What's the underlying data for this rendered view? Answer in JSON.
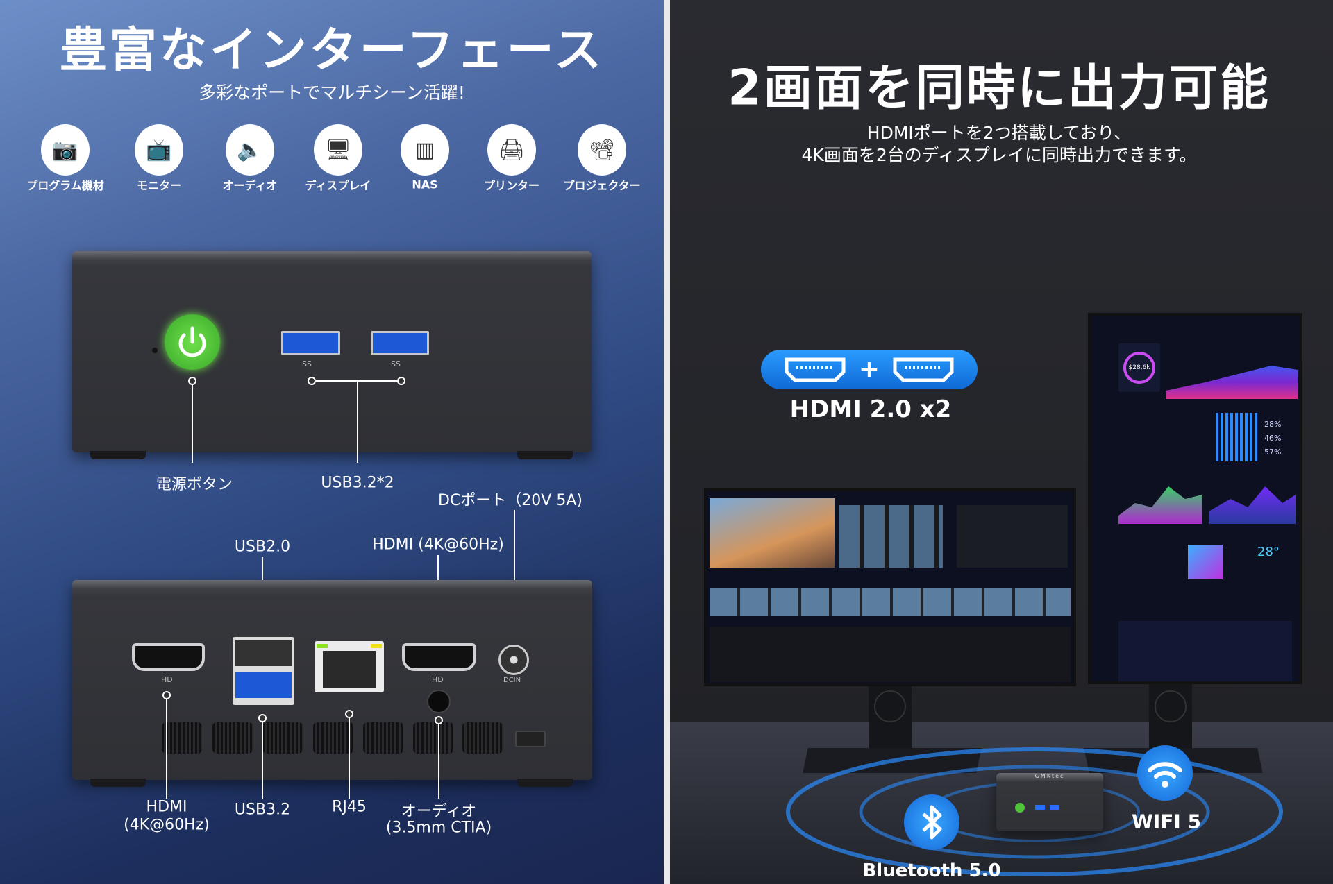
{
  "left": {
    "title": "豊富なインターフェース",
    "subtitle": "多彩なポートでマルチシーン活躍!",
    "devices": [
      {
        "label": "プログラム機材",
        "icon": "security-camera-icon"
      },
      {
        "label": "モニター",
        "icon": "tv-monitor-icon"
      },
      {
        "label": "オーディオ",
        "icon": "speaker-icon"
      },
      {
        "label": "ディスプレイ",
        "icon": "curved-display-icon"
      },
      {
        "label": "NAS",
        "icon": "server-rack-icon"
      },
      {
        "label": "プリンター",
        "icon": "printer-icon"
      },
      {
        "label": "プロジェクター",
        "icon": "projector-icon"
      }
    ],
    "front": {
      "power_label": "電源ボタン",
      "usb_label": "USB3.2*2",
      "usb_marking": "SS"
    },
    "rear": {
      "dc_label": "DCポート（20V 5A)",
      "usb2_label": "USB2.0",
      "hdmi_top_label": "HDMI (4K@60Hz)",
      "hdmi_bottom_label_1": "HDMI",
      "hdmi_bottom_label_2": "(4K@60Hz)",
      "usb32_label": "USB3.2",
      "rj45_label": "RJ45",
      "audio_label_1": "オーディオ",
      "audio_label_2": "(3.5mm CTIA)",
      "hd_marking": "HD",
      "dcin_marking": "DCIN"
    }
  },
  "right": {
    "title": "2画面を同時に出力可能",
    "subtitle_1": "HDMIポートを2つ搭載しており、",
    "subtitle_2": "4K画面を2台のディスプレイに同時出力できます。",
    "hdmi_badge": "HDMI 2.0 x2",
    "screen_values": {
      "donut": "$28,6k",
      "pct1": "28%",
      "pct2": "46%",
      "pct3": "57%",
      "temp": "28°"
    },
    "bluetooth": "Bluetooth 5.0",
    "wifi": "WIFI 5",
    "brand": "GMKtec",
    "colors": {
      "badge": "#1a7fe6",
      "power_green": "#4fc33a",
      "glow": "#2a8cff"
    }
  }
}
